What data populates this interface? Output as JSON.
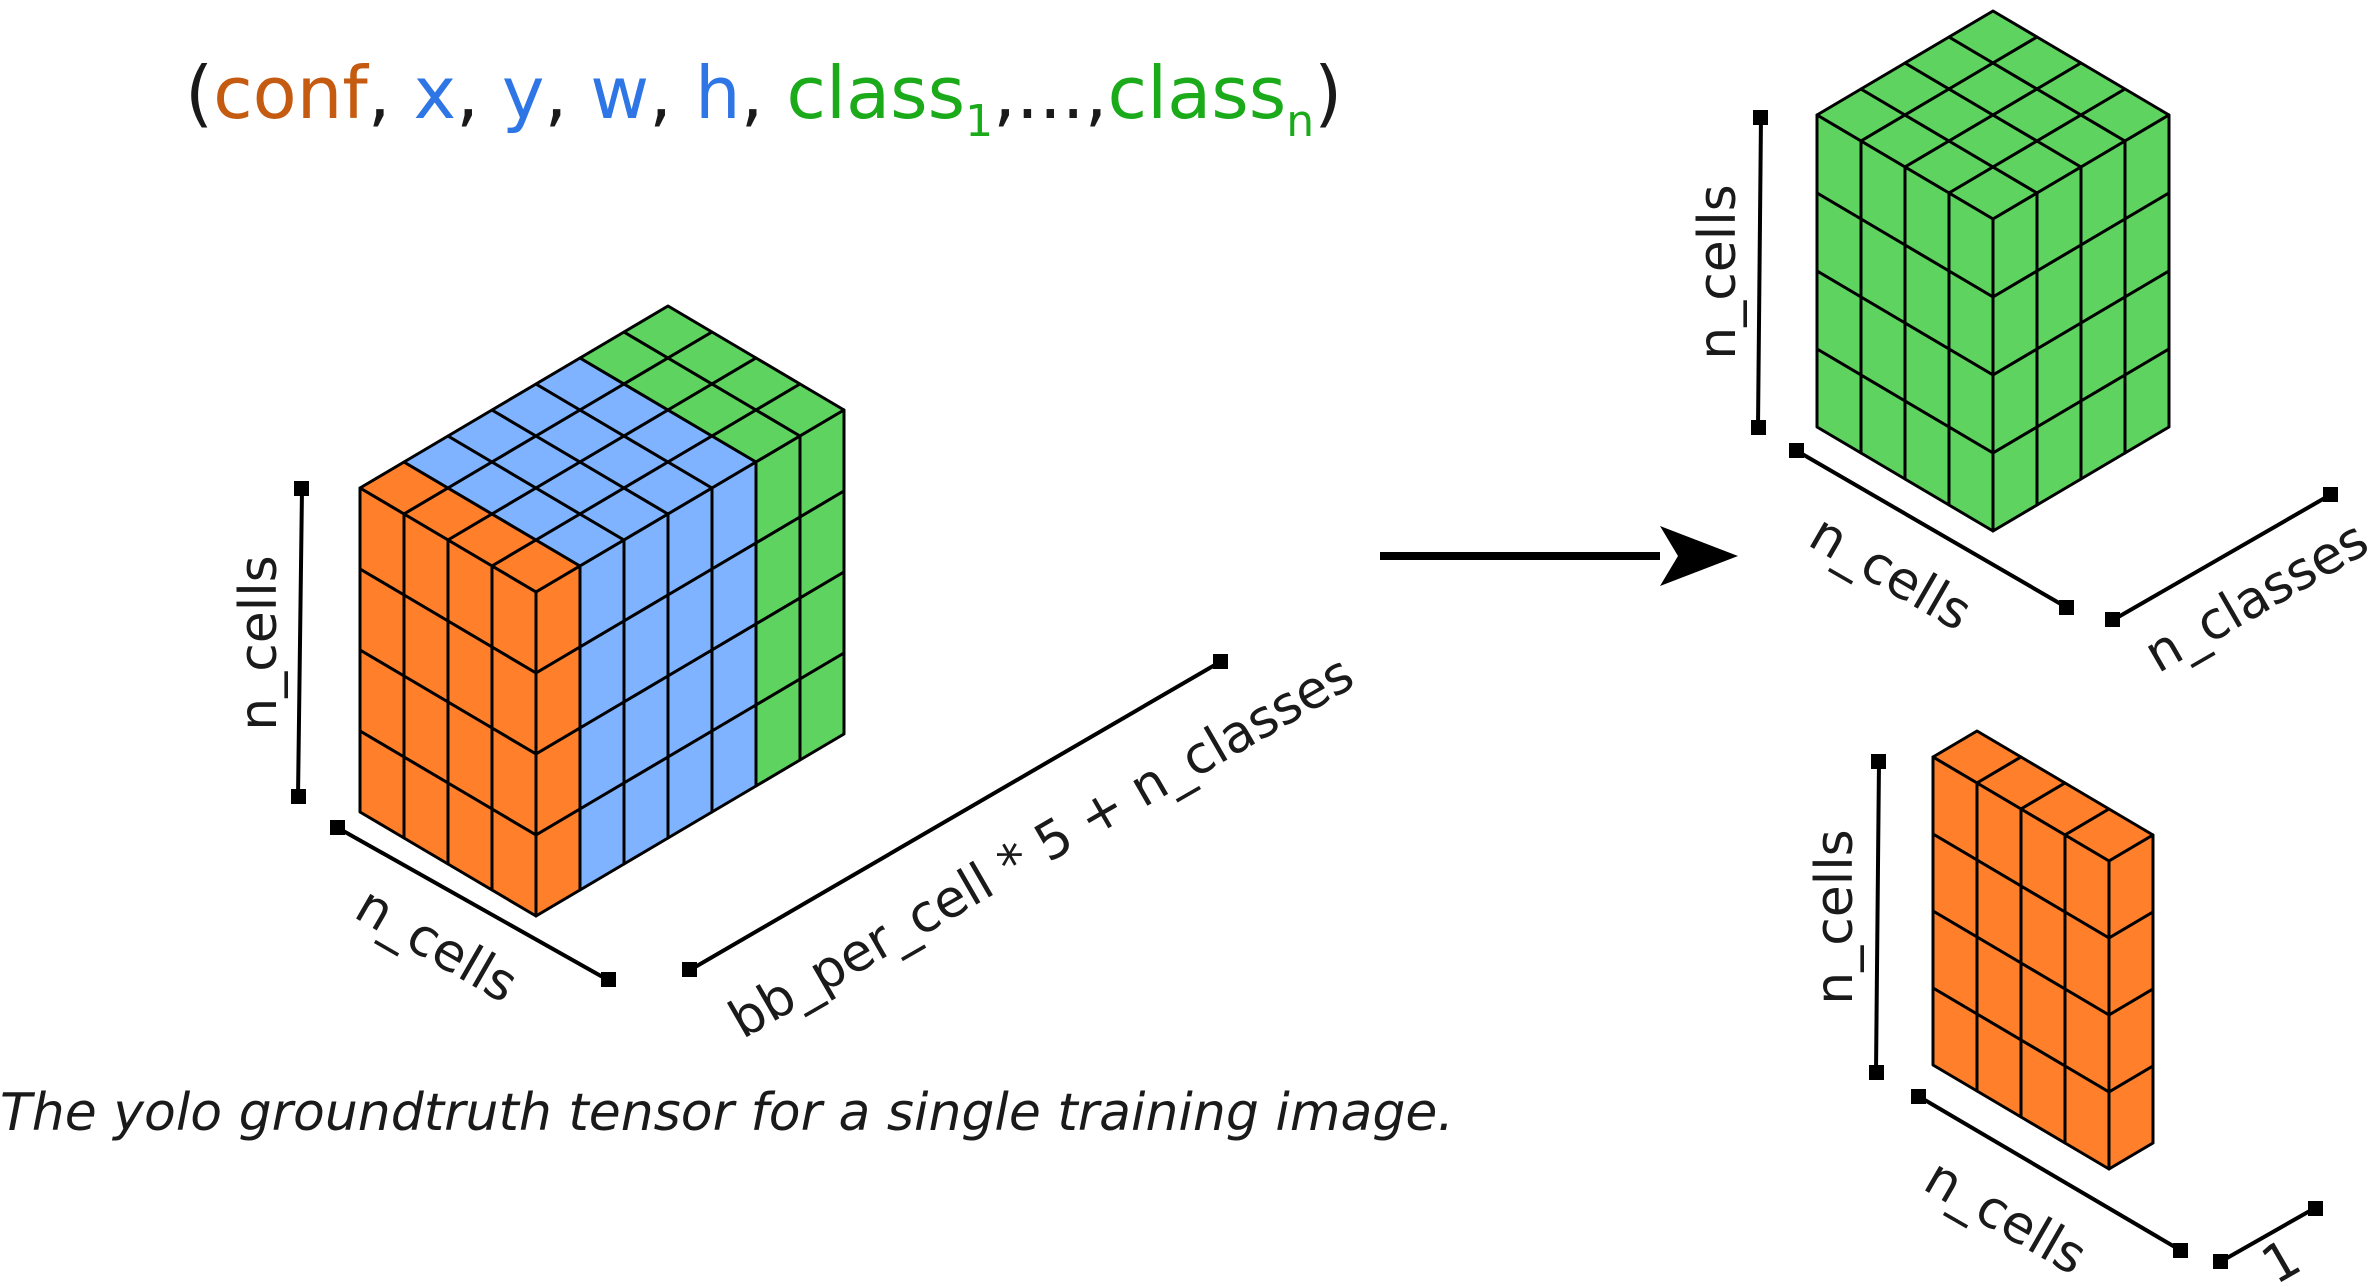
{
  "tuple": {
    "open": "(",
    "conf": "conf",
    "sep": ", ",
    "x": "x",
    "y": "y",
    "w": "w",
    "h": "h",
    "class1": "class",
    "sub1": "1",
    "ellipsis": ",...,",
    "classn": "class",
    "subn": "n",
    "close": ")"
  },
  "labels": {
    "main_height": "n_cells",
    "main_width": "n_cells",
    "main_depth": "bb_per_cell * 5 + n_classes",
    "class_height": "n_cells",
    "class_width": "n_cells",
    "class_depth": "n_classes",
    "conf_height": "n_cells",
    "conf_width": "n_cells",
    "conf_depth": "1"
  },
  "caption": "The yolo groundtruth tensor for a single training image.",
  "colors": {
    "conf": "#c55a11",
    "coords": "#2e75e6",
    "classes": "#1aaa1a",
    "orange_fill": "#ff7f2a",
    "blue_fill": "#80b3ff",
    "green_fill": "#5fd35f",
    "stroke": "#000000"
  }
}
